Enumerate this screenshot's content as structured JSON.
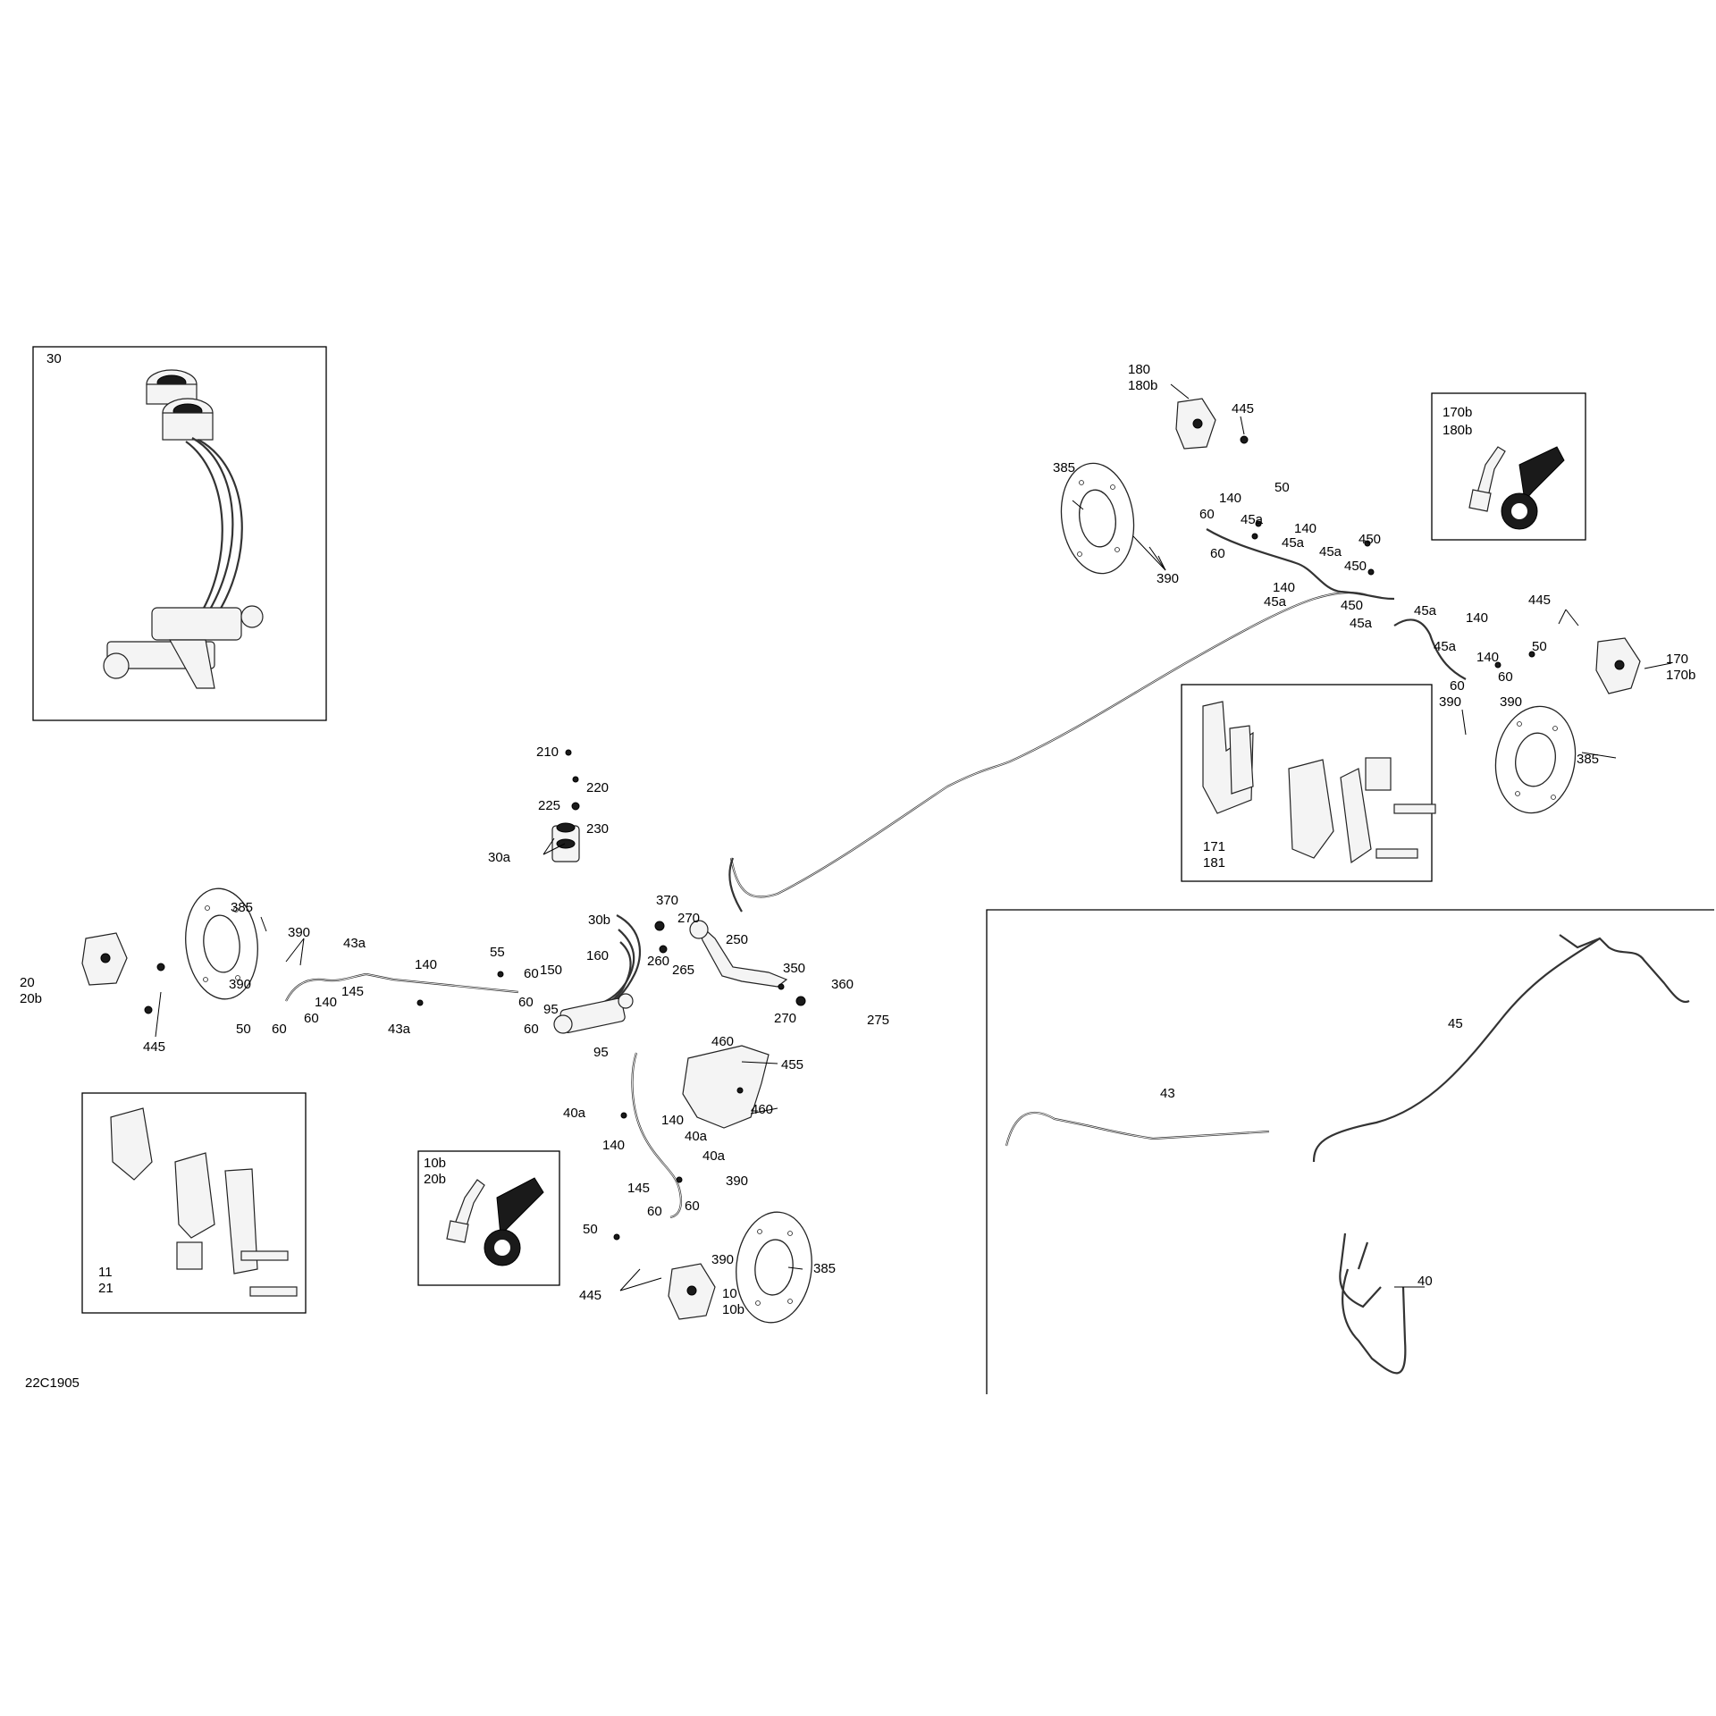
{
  "diagram": {
    "code": "22C1905",
    "labels": {
      "l30": "30",
      "l180": "180",
      "l180b": "180b",
      "l445_top": "445",
      "l385_top": "385",
      "l50_top": "50",
      "l140_t1": "140",
      "l60_t1": "60",
      "l45a_t1": "45a",
      "l140_t2": "140",
      "l45a_t2": "45a",
      "l60_t2": "60",
      "l45a_t3": "45a",
      "l450_t1": "450",
      "l450_t2": "450",
      "l390_top": "390",
      "l140_t3": "140",
      "l45a_t4": "45a",
      "l450_t3": "450",
      "l45a_t5": "45a",
      "l45a_t6": "45a",
      "l140_t4": "140",
      "l45a_t7": "45a",
      "l445_r": "445",
      "l50_r": "50",
      "l140_r": "140",
      "l60_r1": "60",
      "l60_r2": "60",
      "l390_r1": "390",
      "l390_r2": "390",
      "l170": "170",
      "l170b": "170b",
      "l385_r": "385",
      "l170b_inset": "170b",
      "l180b_inset": "180b",
      "l171": "171",
      "l181": "181",
      "l210": "210",
      "l220": "220",
      "l225": "225",
      "l230": "230",
      "l30a": "30a",
      "l385_l": "385",
      "l390_l1": "390",
      "l43a_1": "43a",
      "l140_l": "140",
      "l20": "20",
      "l20b": "20b",
      "l390_l2": "390",
      "l145_l": "145",
      "l140_l2": "140",
      "l50_l": "50",
      "l60_l1": "60",
      "l60_l2": "60",
      "l43a_2": "43a",
      "l445_l": "445",
      "l55": "55",
      "l60_c1": "60",
      "l150": "150",
      "l160": "160",
      "l30b": "30b",
      "l370": "370",
      "l270_1": "270",
      "l250": "250",
      "l260": "260",
      "l265": "265",
      "l350": "350",
      "l360": "360",
      "l60_c2": "60",
      "l95_1": "95",
      "l60_c3": "60",
      "l95_2": "95",
      "l270_2": "270",
      "l275": "275",
      "l460_1": "460",
      "l455": "455",
      "l460_2": "460",
      "l40a_1": "40a",
      "l140_b1": "140",
      "l40a_2": "40a",
      "l140_b2": "140",
      "l40a_3": "40a",
      "l145_b": "145",
      "l390_b1": "390",
      "l60_b1": "60",
      "l60_b2": "60",
      "l50_b": "50",
      "l390_b2": "390",
      "l385_b": "385",
      "l445_b": "445",
      "l10": "10",
      "l10b": "10b",
      "l11": "11",
      "l21": "21",
      "l10b_inset": "10b",
      "l20b_inset": "20b",
      "l43": "43",
      "l45": "45",
      "l40": "40"
    }
  }
}
